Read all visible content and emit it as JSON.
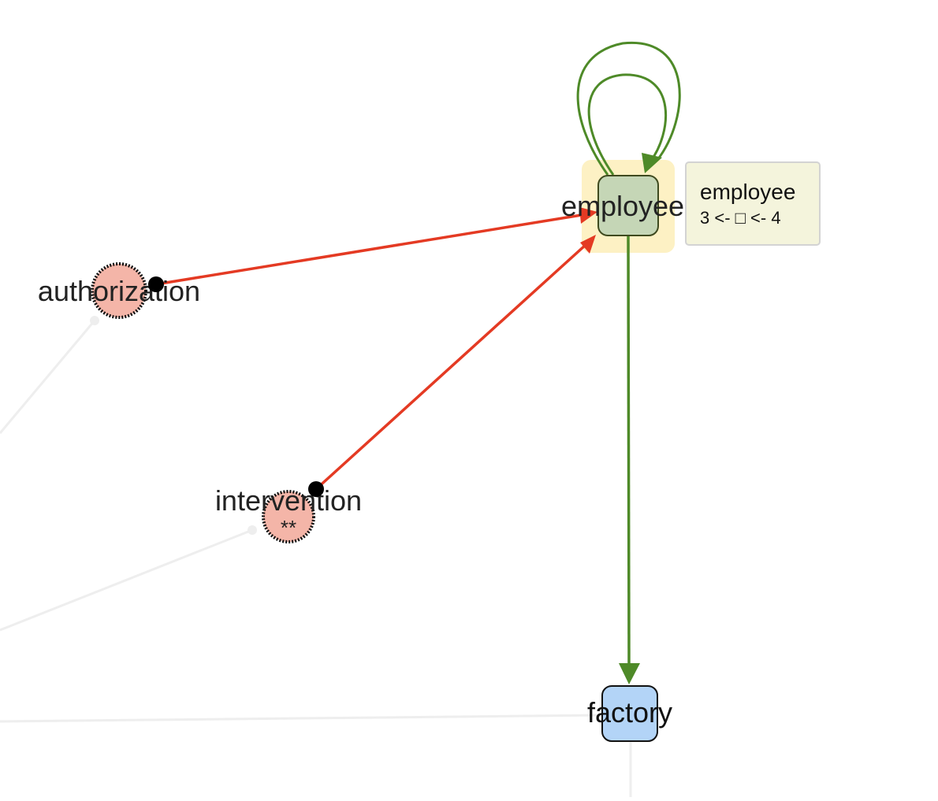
{
  "nodes": {
    "employee": {
      "label": "employee",
      "highlight_color": "#fdf1c4",
      "fill": "#c5d6b6",
      "stroke": "#3f4a1f"
    },
    "authorization": {
      "label": "authorization",
      "fill": "#f4b5a8"
    },
    "intervention": {
      "label": "intervention",
      "sublabel": "**",
      "fill": "#f4b5a8"
    },
    "factory": {
      "label": "factory",
      "fill": "#b3d4f7"
    }
  },
  "edges": {
    "red_color": "#e43a23",
    "green_color": "#4e8a28",
    "faded_color": "#eeeeee"
  },
  "tooltip": {
    "title": "employee",
    "detail": "3 <- □ <- 4"
  }
}
